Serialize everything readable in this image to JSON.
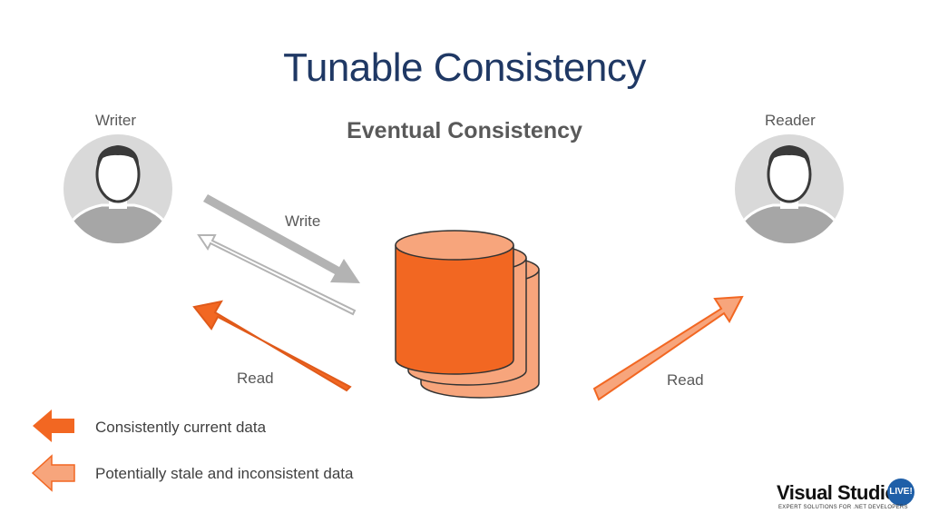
{
  "title": "Tunable Consistency",
  "subtitle": "Eventual Consistency",
  "writer": {
    "label": "Writer"
  },
  "reader": {
    "label": "Reader"
  },
  "arrows": {
    "write_label": "Write",
    "read_left_label": "Read",
    "read_right_label": "Read"
  },
  "legend": {
    "current": "Consistently current data",
    "stale": "Potentially stale and inconsistent data"
  },
  "logo": {
    "main": "Visual Studio",
    "badge": "LIVE!",
    "tagline": "EXPERT SOLUTIONS FOR .NET DEVELOPERS"
  },
  "colors": {
    "title": "#1f3864",
    "text_gray": "#595959",
    "orange_dark": "#f26722",
    "orange_light": "#f7a57c",
    "orange_stroke": "#e05a1a",
    "write_gray": "#b3b3b3",
    "avatar_bg": "#d9d9d9",
    "avatar_fg": "#a6a6a6"
  }
}
